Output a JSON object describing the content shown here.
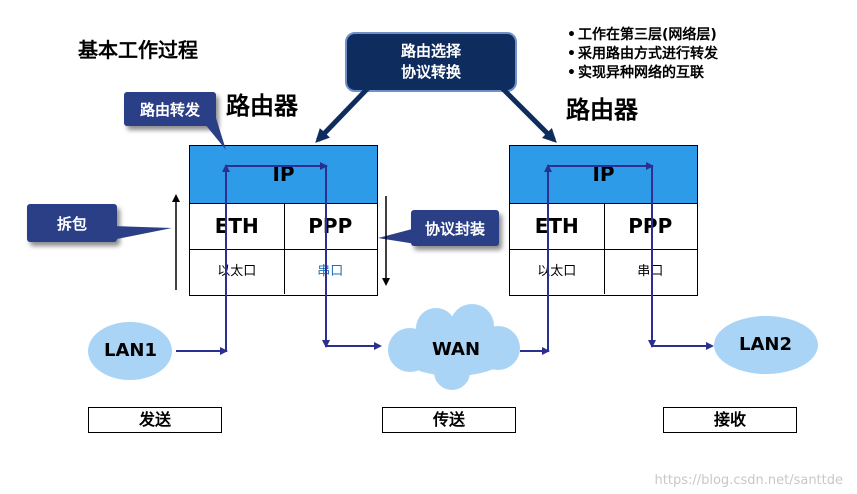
{
  "title": "基本工作过程",
  "top_box": {
    "line1": "路由选择",
    "line2": "协议转换"
  },
  "bullets": [
    "工作在第三层(网络层)",
    "采用路由方式进行转发",
    "实现异种网络的互联"
  ],
  "router_left": {
    "label": "路由器",
    "ip": "IP",
    "eth": "ETH",
    "ppp": "PPP",
    "port_left": "以太口",
    "port_right": "串口"
  },
  "router_right": {
    "label": "路由器",
    "ip": "IP",
    "eth": "ETH",
    "ppp": "PPP",
    "port_left": "以太口",
    "port_right": "串口"
  },
  "callouts": {
    "forward": "路由转发",
    "unpack": "拆包",
    "encap": "协议封装"
  },
  "networks": {
    "lan1": "LAN1",
    "wan": "WAN",
    "lan2": "LAN2"
  },
  "stages": {
    "send": "发送",
    "transmit": "传送",
    "receive": "接收"
  },
  "watermark": "https://blog.csdn.net/santtde",
  "colors": {
    "ip_cell": "#2e9be8",
    "callout": "#2b3f87",
    "top_box": "#0e2d5e",
    "cloud": "#a9d4f5",
    "arrow": "#2b2f8f",
    "port_right_text": "#1e6fb5"
  }
}
